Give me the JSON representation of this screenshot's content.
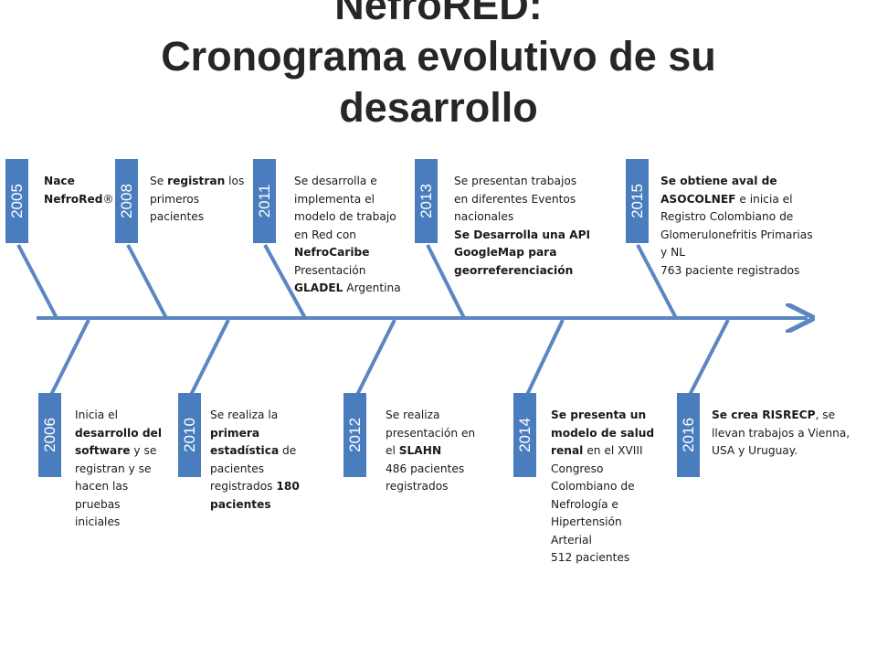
{
  "title": {
    "line1": "NefroRED:",
    "line2": "Cronograma evolutivo de su",
    "line3": "desarrollo"
  },
  "events": [
    {
      "year": "2005",
      "parts": [
        {
          "t": "Nace NefroRed",
          "b": true
        },
        {
          "t": "®",
          "b": false
        }
      ]
    },
    {
      "year": "2008",
      "parts": [
        {
          "t": "Se ",
          "b": false
        },
        {
          "t": "registran",
          "b": true
        },
        {
          "t": " los primeros pacientes",
          "b": false
        }
      ]
    },
    {
      "year": "2011",
      "parts": [
        {
          "t": "Se desarrolla e implementa el modelo de trabajo en Red con ",
          "b": false
        },
        {
          "t": "NefroCaribe",
          "b": true
        },
        {
          "t": " Presentación ",
          "b": false
        },
        {
          "t": "GLADEL",
          "b": true
        },
        {
          "t": " Argentina",
          "b": false
        }
      ]
    },
    {
      "year": "2013",
      "parts": [
        {
          "t": "Se presentan trabajos en diferentes Eventos nacionales",
          "b": false
        },
        {
          "t": "Se Desarrolla una API GoogleMap para georreferenciación",
          "b": true,
          "br": true
        }
      ]
    },
    {
      "year": "2015",
      "parts": [
        {
          "t": "Se obtiene aval de ASOCOLNEF",
          "b": true
        },
        {
          "t": " e inicia el Registro Colombiano de Glomerulonefritis Primarias y NL",
          "b": false
        },
        {
          "t": "763 paciente registrados",
          "b": false,
          "br": true
        }
      ]
    },
    {
      "year": "2006",
      "parts": [
        {
          "t": "Inicia el ",
          "b": false
        },
        {
          "t": "desarrollo del software",
          "b": true
        },
        {
          "t": " y se registran y se hacen las pruebas iniciales",
          "b": false
        }
      ]
    },
    {
      "year": "2010",
      "parts": [
        {
          "t": "Se realiza la ",
          "b": false
        },
        {
          "t": "primera estadística",
          "b": true
        },
        {
          "t": " de pacientes registrados ",
          "b": false
        },
        {
          "t": "180 pacientes",
          "b": true
        }
      ]
    },
    {
      "year": "2012",
      "parts": [
        {
          "t": "Se realiza presentación en el ",
          "b": false
        },
        {
          "t": "SLAHN",
          "b": true
        },
        {
          "t": "486 pacientes registrados",
          "b": false,
          "br": true
        }
      ]
    },
    {
      "year": "2014",
      "parts": [
        {
          "t": "Se presenta un modelo de salud renal",
          "b": true
        },
        {
          "t": " en el XVIII Congreso Colombiano de Nefrología e Hipertensión Arterial",
          "b": false
        },
        {
          "t": "512 pacientes",
          "b": false,
          "br": true
        }
      ]
    },
    {
      "year": "2016",
      "parts": [
        {
          "t": "Se crea RISRECP",
          "b": true
        },
        {
          "t": ", se llevan trabajos a Vienna, USA y Uruguay.",
          "b": false
        }
      ]
    }
  ],
  "colors": {
    "accent": "#4a7dbd",
    "line": "#5b86c2",
    "title": "#262626"
  }
}
